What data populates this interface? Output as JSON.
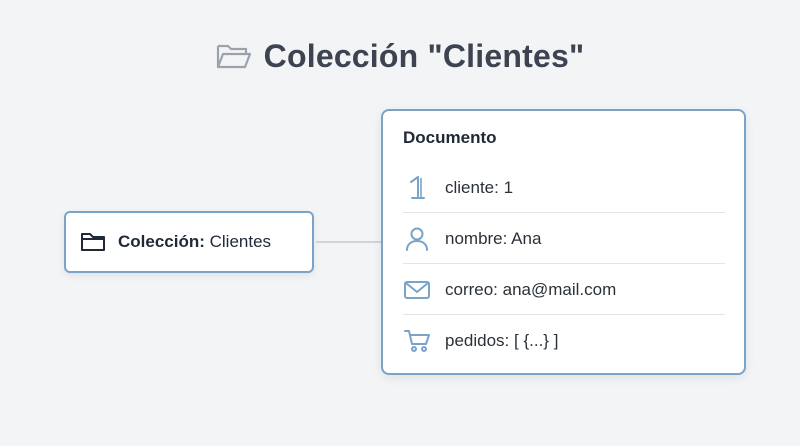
{
  "header": {
    "title": "Colección \"Clientes\"",
    "icon": "folder-open-icon"
  },
  "collection": {
    "label_bold": "Colección:",
    "label_value": " Clientes",
    "icon": "folder-icon"
  },
  "document": {
    "title": "Documento",
    "fields": [
      {
        "text": "cliente: 1",
        "icon": "number-one-icon"
      },
      {
        "text": "nombre: Ana",
        "icon": "user-icon"
      },
      {
        "text": "correo: ana@mail.com",
        "icon": "envelope-icon"
      },
      {
        "text": "pedidos: [ {...} ]",
        "icon": "cart-icon"
      }
    ]
  },
  "colors": {
    "accent": "#7aa3c9",
    "icon": "#7aa3c9",
    "title": "#3b4450",
    "background": "#f3f4f6"
  }
}
